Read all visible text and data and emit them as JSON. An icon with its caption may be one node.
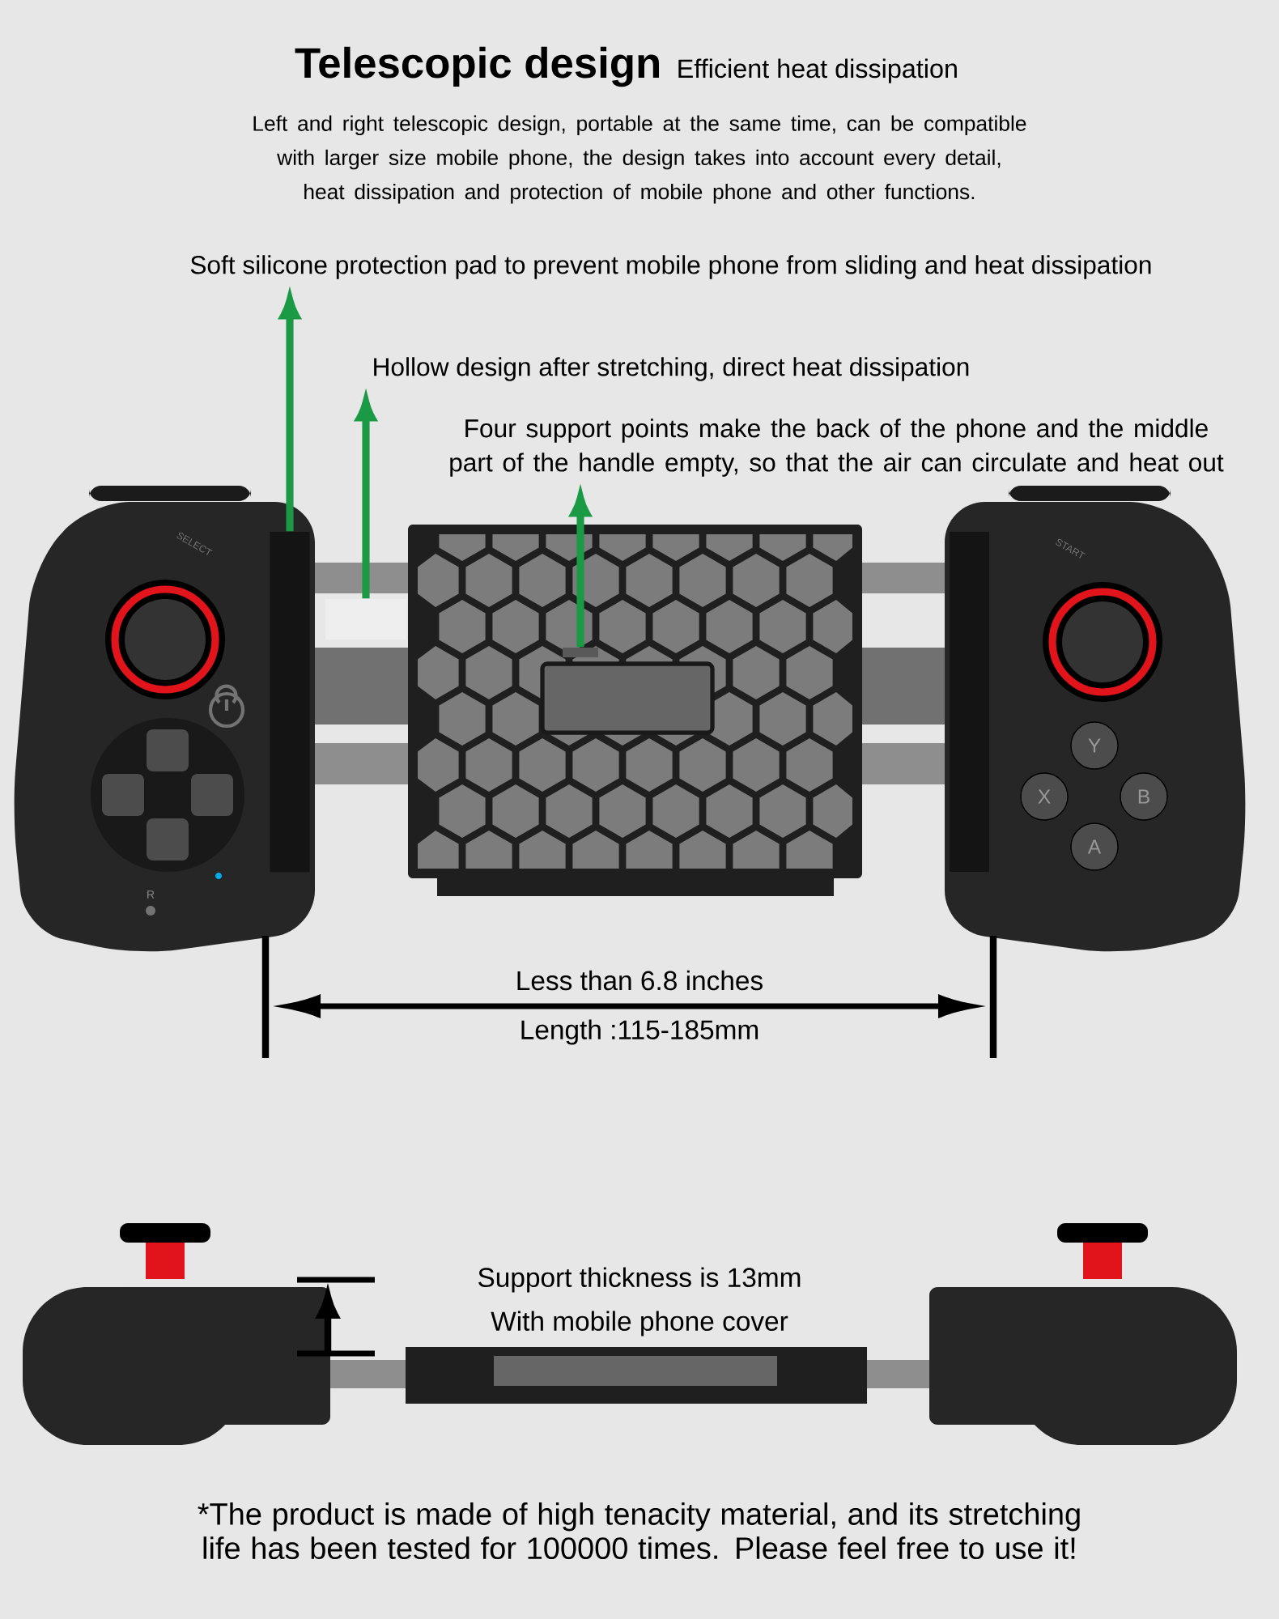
{
  "diagram": {
    "title": "Telescopic design",
    "nodes": [
      {
        "text": [
          "Soft silicone protection pad to prevent mobile phone from sliding and heat dissipation"
        ]
      },
      {
        "text": [
          "Hollow design after stretching, direct heat dissipation"
        ]
      },
      {
        "text": [
          "Four support points make the back of the phone and the middle part of the handle empty, so that the air can circulate and heat out"
        ]
      },
      {
        "text": [],
        "shape": "box"
      },
      {
        "text": [],
        "shape": "box"
      },
      {
        "text": [],
        "shape": "box"
      }
    ],
    "edges": [
      {
        "from": 3,
        "to": 0,
        "arrow": "to"
      },
      {
        "from": 4,
        "to": 1,
        "arrow": "to"
      },
      {
        "from": 5,
        "to": 2,
        "arrow": "to"
      }
    ],
    "labels": [
      "Efficient heat dissipation",
      "Left and right telescopic design, portable at the same time, can be compatible with larger size mobile phone, the design takes into account every detail, heat dissipation and protection of mobile phone and other functions.",
      "SELECT",
      "START",
      "Y",
      "X",
      "B",
      "A",
      "R",
      "Less than 6.8 inches",
      "Length :115-185mm",
      "Support thickness is 13mm",
      "With mobile phone cover",
      "*The product is made of high tenacity material, and its stretching life has been tested for 100000 times. Please feel free to use it!"
    ]
  }
}
